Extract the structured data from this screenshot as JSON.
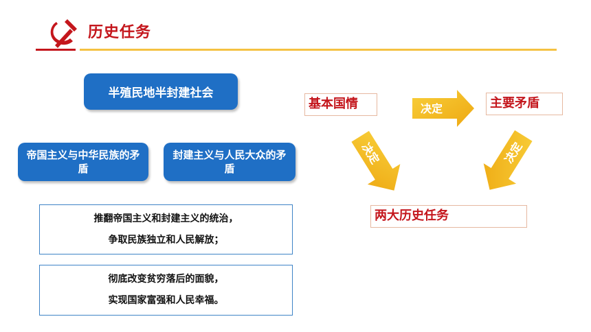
{
  "header": {
    "title": "历史任务",
    "logo_icon": "hammer-sickle-icon",
    "accent_red": "#c4161c",
    "accent_gold": "#f5c242"
  },
  "left_panel": {
    "society": "半殖民地半封建社会",
    "contradictions": [
      "帝国主义与中华民族的矛盾",
      "封建主义与人民大众的矛盾"
    ],
    "tasks": [
      {
        "line1": "推翻帝国主义和封建主义的统治，",
        "line2": "争取民族独立和人民解放；"
      },
      {
        "line1": "彻底改变贫穷落后的面貌，",
        "line2": "实现国家富强和人民幸福。"
      }
    ],
    "box_color": "#1f6fc5"
  },
  "right_diagram": {
    "basic_situation": "基本国情",
    "main_contradiction": "主要矛盾",
    "two_tasks": "两大历史任务",
    "arrow_label": "决定",
    "arrow_color": "#f3b91a"
  }
}
